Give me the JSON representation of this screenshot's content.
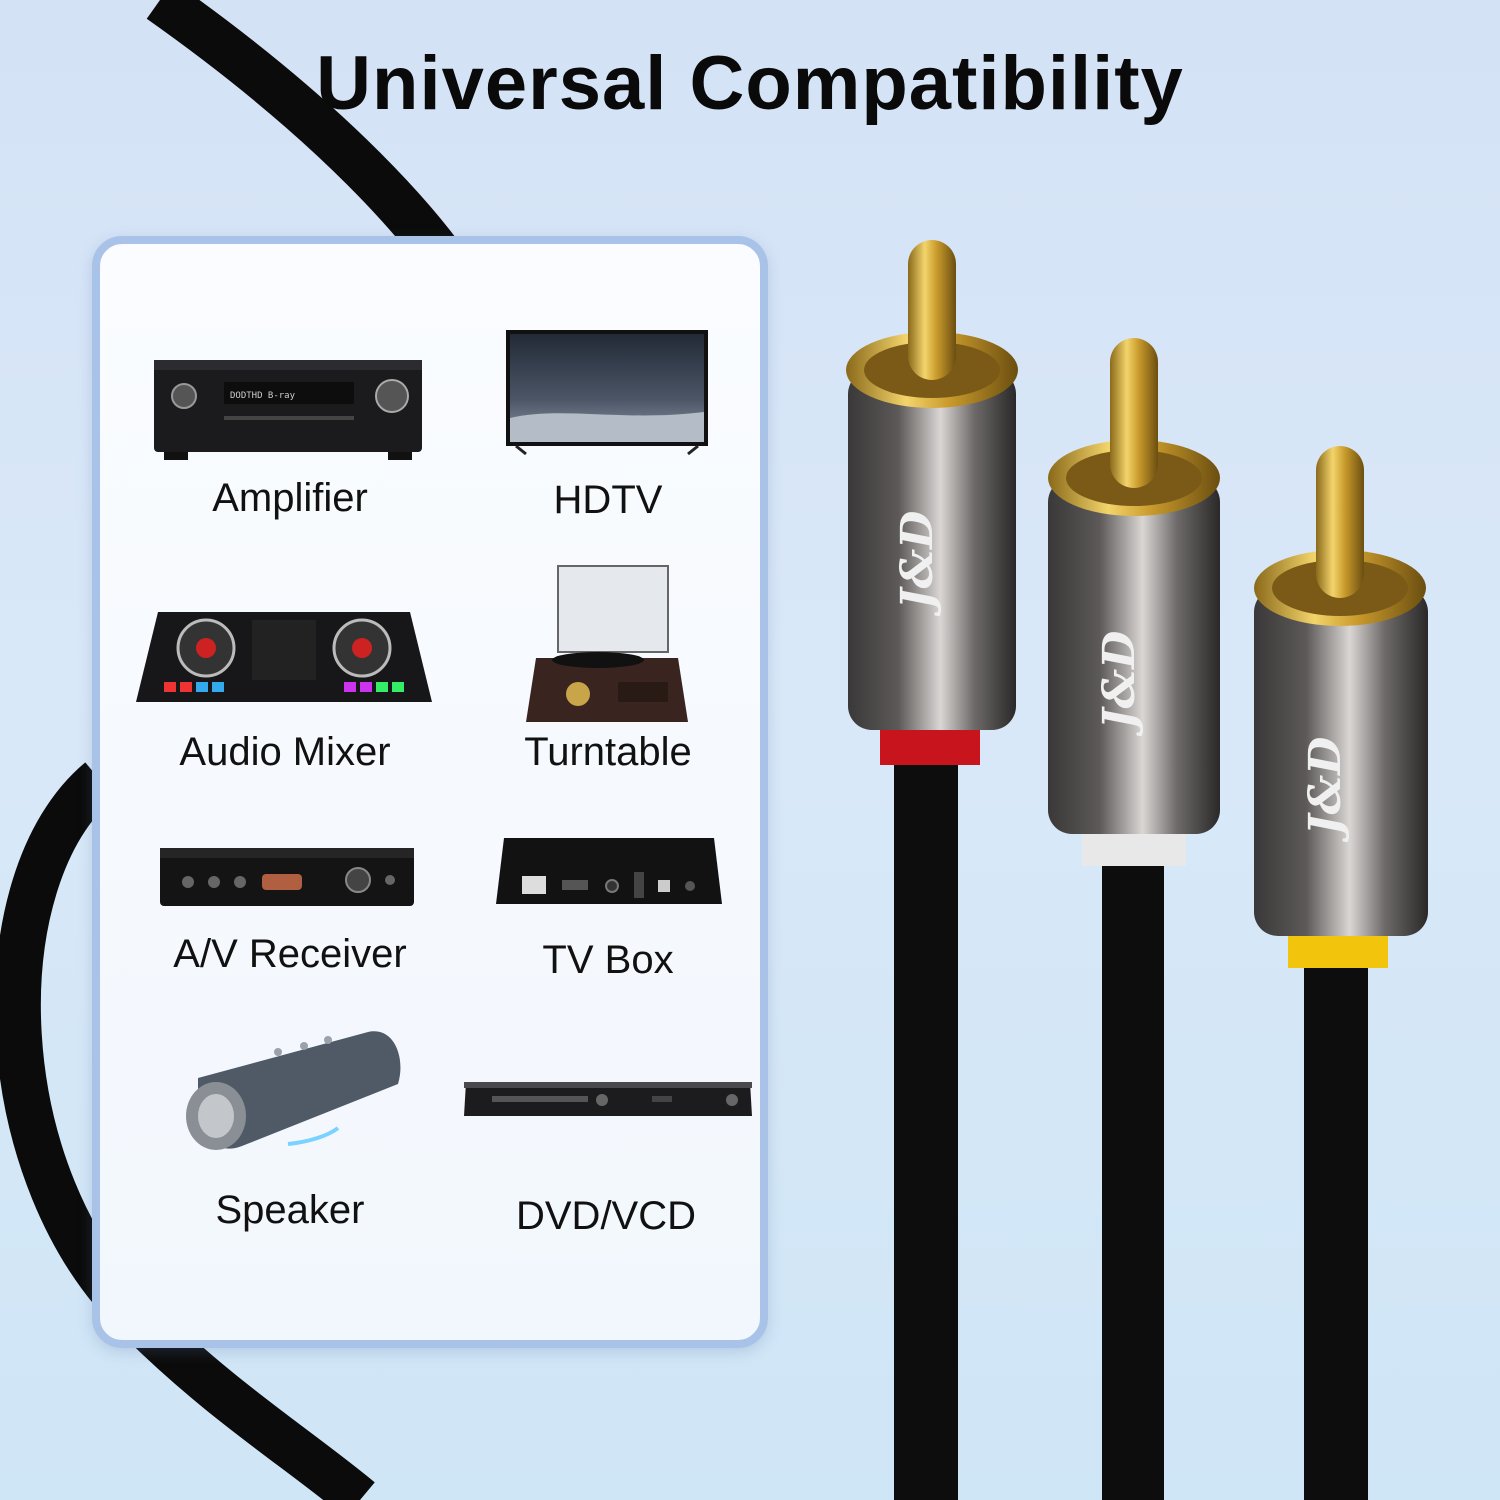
{
  "title": "Universal Compatibility",
  "devices": [
    {
      "name": "Amplifier",
      "icon": "amplifier-icon"
    },
    {
      "name": "HDTV",
      "icon": "hdtv-icon"
    },
    {
      "name": "Audio Mixer",
      "icon": "audio-mixer-icon"
    },
    {
      "name": "Turntable",
      "icon": "turntable-icon"
    },
    {
      "name": "A/V Receiver",
      "icon": "av-receiver-icon"
    },
    {
      "name": "TV Box",
      "icon": "tv-box-icon"
    },
    {
      "name": "Speaker",
      "icon": "speaker-icon"
    },
    {
      "name": "DVD/VCD",
      "icon": "dvd-player-icon"
    }
  ],
  "connectors": [
    {
      "color_ring": "#c8141c",
      "label": "J&D"
    },
    {
      "color_ring": "#e8e8e8",
      "label": "J&D"
    },
    {
      "color_ring": "#f2c40c",
      "label": "J&D"
    }
  ],
  "colors": {
    "panel_border": "#a9c3e8",
    "cable": "#111111",
    "gold": "#d4a93a"
  }
}
